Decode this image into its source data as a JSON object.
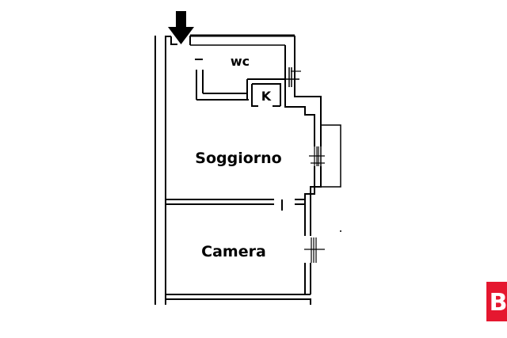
{
  "floor_plan": {
    "rooms": [
      {
        "name": "wc"
      },
      {
        "name": "K"
      },
      {
        "name": "Soggiorno"
      },
      {
        "name": "Camera"
      }
    ],
    "entrance_marker": "arrow-down-icon"
  },
  "logo": {
    "text": "B",
    "color": "#e5172f"
  }
}
